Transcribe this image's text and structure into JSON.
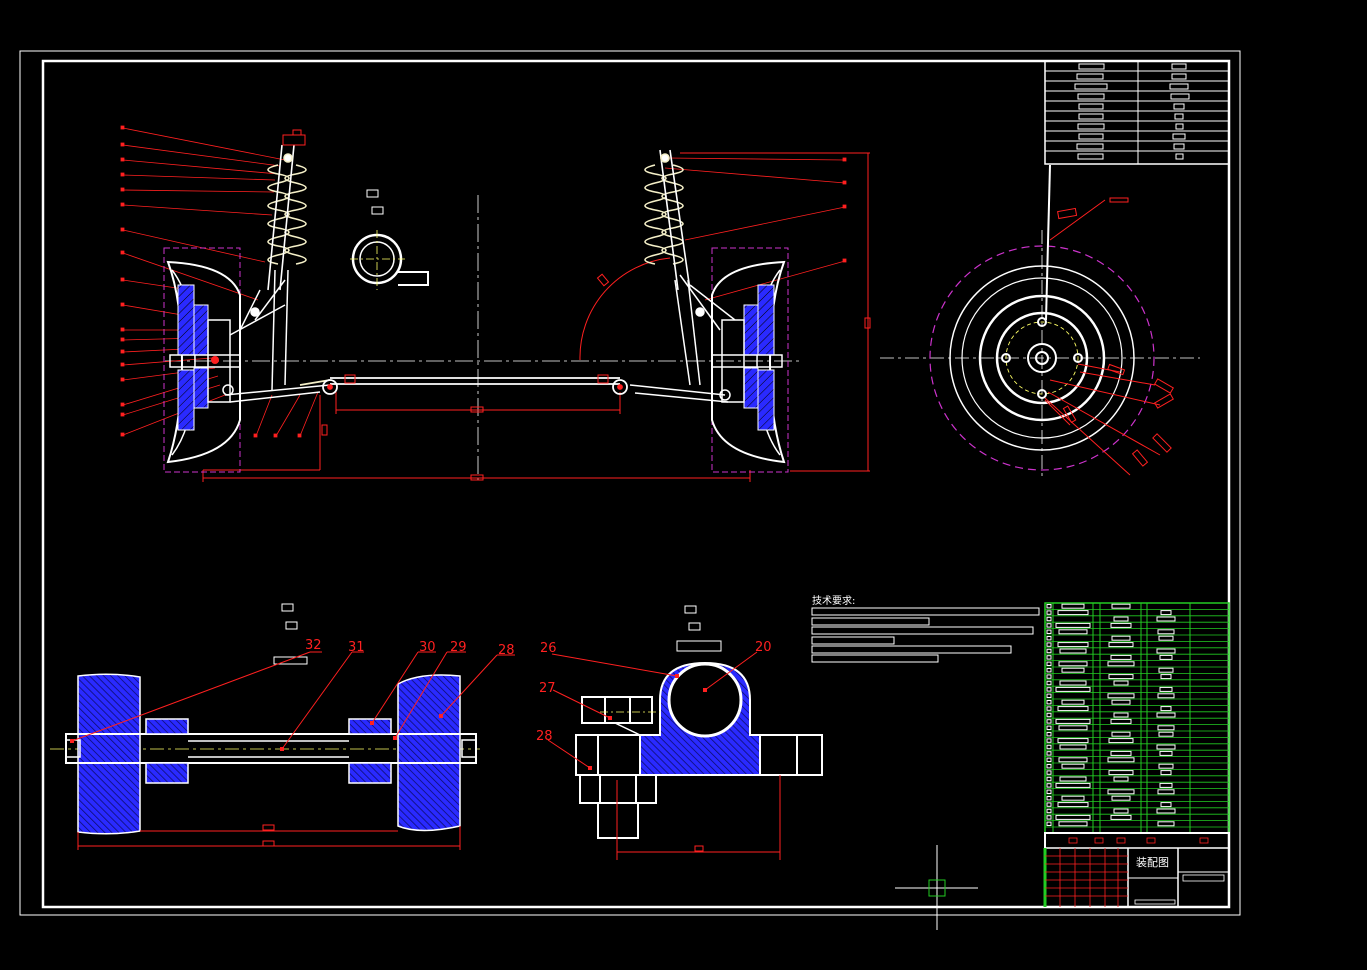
{
  "drawing": {
    "tech_requirements_title": "技术要求:",
    "title_block_name": "装配图"
  },
  "callouts": {
    "c32": "32",
    "c31": "31",
    "c30": "30",
    "c29": "29",
    "c28a": "28",
    "c26": "26",
    "c20": "20",
    "c27": "27",
    "c28b": "28"
  },
  "colors": {
    "background": "#000000",
    "outline": "#ffffff",
    "leader": "#ff2020",
    "hatch": "#2a2aff",
    "spring": "#f5f0c8",
    "centerline": "#ffff66",
    "phantom": "#cc33cc",
    "table_grid": "#22cc22"
  }
}
